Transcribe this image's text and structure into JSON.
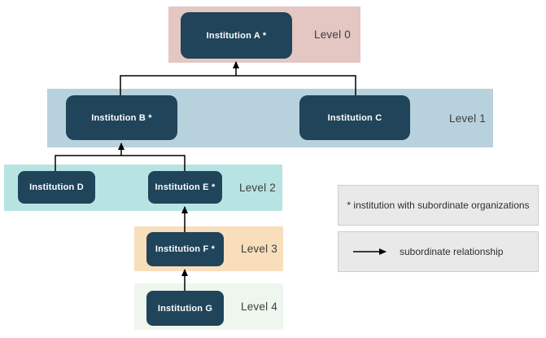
{
  "diagram": {
    "nodes": {
      "a": {
        "label": "Institution A *"
      },
      "b": {
        "label": "Institution B *"
      },
      "c": {
        "label": "Institution C"
      },
      "d": {
        "label": "Institution D"
      },
      "e": {
        "label": "Institution E *"
      },
      "f": {
        "label": "Institution F *"
      },
      "g": {
        "label": "Institution G"
      }
    },
    "levels": {
      "l0": {
        "label": "Level 0",
        "band_color": "#e4c6c2"
      },
      "l1": {
        "label": "Level 1",
        "band_color": "#b7d2dd"
      },
      "l2": {
        "label": "Level 2",
        "band_color": "#b7e4e2"
      },
      "l3": {
        "label": "Level 3",
        "band_color": "#f9debc"
      },
      "l4": {
        "label": "Level 4",
        "band_color": "#eef6ee"
      }
    },
    "legend": {
      "asterisk_note": "* institution with subordinate organizations",
      "arrow_note": "subordinate relationship"
    },
    "colors": {
      "node_fill": "#204459",
      "node_text": "#ffffff",
      "connector": "#000000",
      "legend_bg": "#e9e9e9",
      "level_label_text": "#3d3d3d"
    }
  }
}
